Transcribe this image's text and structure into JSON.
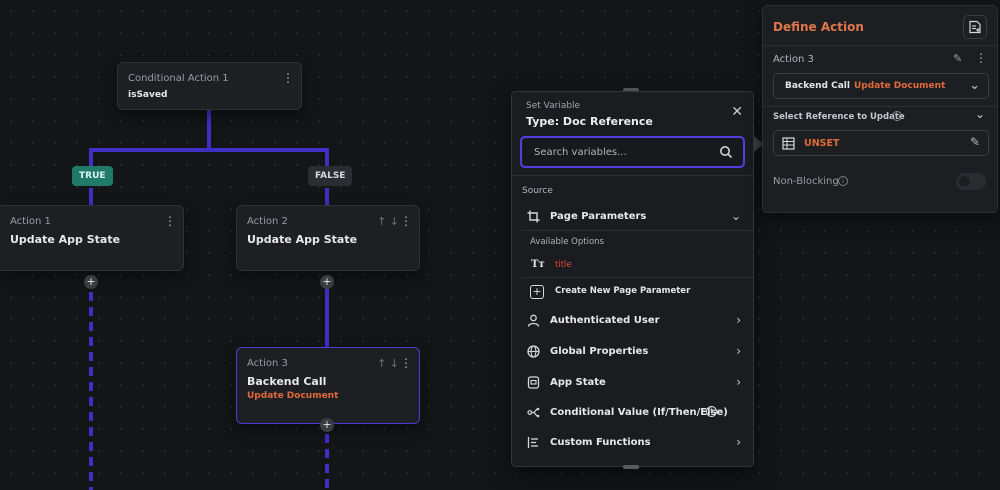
{
  "flow": {
    "conditional": {
      "label": "Conditional Action 1",
      "title": "isSaved"
    },
    "true_tag": "TRUE",
    "false_tag": "FALSE",
    "action1": {
      "label": "Action 1",
      "title": "Update App State"
    },
    "action2": {
      "label": "Action 2",
      "title": "Update App State"
    },
    "action3": {
      "label": "Action 3",
      "title": "Backend Call",
      "subtitle": "Update Document"
    }
  },
  "set_variable": {
    "label": "Set Variable",
    "title": "Type: Doc Reference",
    "search_placeholder": "Search variables...",
    "source_label": "Source",
    "page_parameters": "Page Parameters",
    "available_options": "Available Options",
    "option_title": "title",
    "create_param": "Create New Page Parameter",
    "items": [
      {
        "label": "Authenticated User",
        "icon": "user-icon"
      },
      {
        "label": "Global Properties",
        "icon": "globe-icon"
      },
      {
        "label": "App State",
        "icon": "app-state-icon"
      },
      {
        "label": "Conditional Value (If/Then/Else)",
        "icon": "conditional-icon"
      },
      {
        "label": "Custom Functions",
        "icon": "function-icon"
      }
    ]
  },
  "define_action": {
    "title": "Define Action",
    "action_label": "Action 3",
    "call_type": "Backend Call",
    "call_name": "Update Document",
    "select_ref_label": "Select Reference to Update",
    "ref_value": "UNSET",
    "non_blocking_label": "Non-Blocking"
  },
  "colors": {
    "accent": "#3f2fc6",
    "orange": "#e06a3c",
    "true_tag": "#1f7a6a"
  }
}
